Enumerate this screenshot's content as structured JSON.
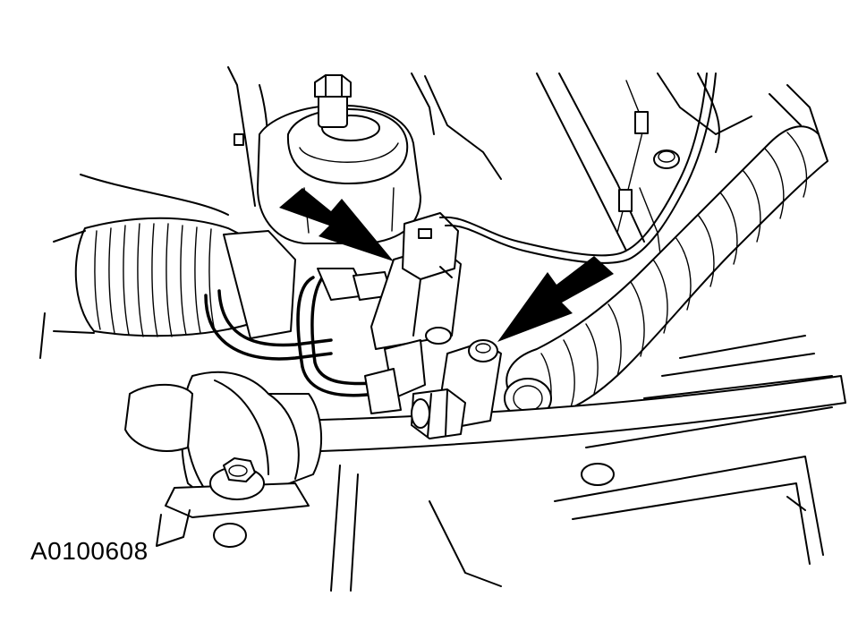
{
  "figure": {
    "id_label": "A0100608",
    "line_color": "#000000",
    "background_color": "#ffffff"
  },
  "callouts": [
    {
      "name": "arrow-left",
      "points_to": "sensor-connector"
    },
    {
      "name": "arrow-right",
      "points_to": "bracket-bolt"
    }
  ]
}
